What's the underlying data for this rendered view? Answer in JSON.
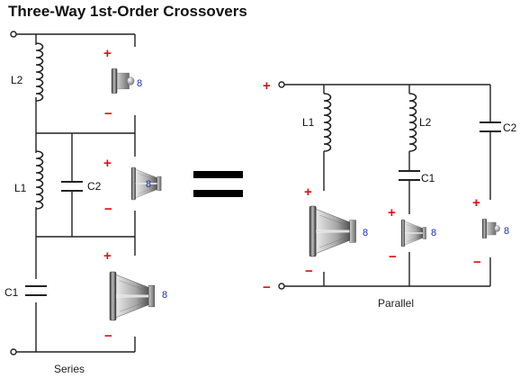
{
  "title": "Three-Way 1st-Order Crossovers",
  "series": {
    "caption": "Series",
    "components": {
      "l2": "L2",
      "l1": "L1",
      "c2": "C2",
      "c1": "C1"
    },
    "impedance": "8"
  },
  "parallel": {
    "caption": "Parallel",
    "components": {
      "l1": "L1",
      "l2": "L2",
      "c1": "C1",
      "c2": "C2"
    },
    "impedance": "8"
  },
  "polarity": {
    "plus": "+",
    "minus": "−"
  },
  "colors": {
    "wire": "#222222",
    "polarity": "#dd1111",
    "impedance": "#1a2fb0",
    "equals": "#000000"
  }
}
